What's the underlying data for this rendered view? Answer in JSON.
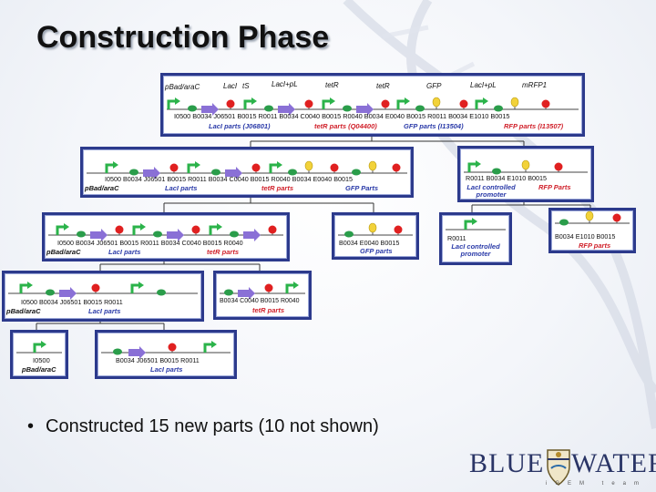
{
  "slide": {
    "title": "Construction Phase",
    "bullet": "Constructed 15 new parts (10 not shown)"
  },
  "logo": {
    "word_left": "BLUE",
    "word_right": "WATER",
    "subtitle": "iGEM team"
  },
  "colors": {
    "box_border": "#2c3a8c",
    "promoter": "#2bb34a",
    "rbs": "#2a9d4a",
    "gene_lacI": "#8a70d6",
    "gene_tetR": "#8a70d6",
    "terminator": "#e02020",
    "gfp": "#f2d23a",
    "label_blue": "#2a3aa8",
    "label_red": "#d0202a",
    "label_green": "#1c8f3c"
  },
  "boxes": {
    "top": {
      "header": [
        "pBad/araC",
        "LacI",
        "tS",
        "LacI+pL",
        "tetR",
        "tetR",
        "GFP",
        "LacI+pL",
        "mRFP1"
      ],
      "parts": "I0500 B0034 J06501 B0015 R0011 B0034 C0040 B0015 R0040 B0034 E0040 B0015 R0011 B0034 E1010 B0015",
      "groups": [
        "LacI parts (J06801)",
        "tetR parts (Q04400)",
        "GFP parts (I13504)",
        "RFP parts (I13507)"
      ]
    },
    "row2_left": {
      "parts": "I0500 B0034 J06501 B0015 R0011 B0034 C0040 B0015 R0040 B0034 E0040 B0015",
      "labels": [
        "pBad/araC",
        "LacI parts",
        "tetR parts",
        "GFP Parts"
      ]
    },
    "row2_right": {
      "parts": "R0011 B0034 E1010 B0015",
      "labels": [
        "LacI controlled promoter",
        "RFP Parts"
      ]
    },
    "row3_a": {
      "parts": "I0500 B0034 J06501 B0015 R0011 B0034 C0040 B0015 R0040",
      "labels": [
        "pBad/araC",
        "LacI parts",
        "tetR parts"
      ]
    },
    "row3_b": {
      "parts": "B0034 E0040 B0015",
      "labels": [
        "GFP parts"
      ]
    },
    "row3_c": {
      "parts": "R0011",
      "labels": [
        "LacI controlled promoter"
      ]
    },
    "row3_d": {
      "parts": "B0034 E1010 B0015",
      "labels": [
        "RFP parts"
      ]
    },
    "row4_a": {
      "parts": "I0500 B0034 J06501 B0015 R0011",
      "labels": [
        "pBad/araC",
        "LacI parts"
      ]
    },
    "row4_b": {
      "parts": "B0034 C0040 B0015 R0040",
      "labels": [
        "tetR parts"
      ]
    },
    "row5_a": {
      "parts": "I0500",
      "labels": [
        "pBad/araC"
      ]
    },
    "row5_b": {
      "parts": "B0034 J06501 B0015 R0011",
      "labels": [
        "LacI parts"
      ]
    }
  }
}
